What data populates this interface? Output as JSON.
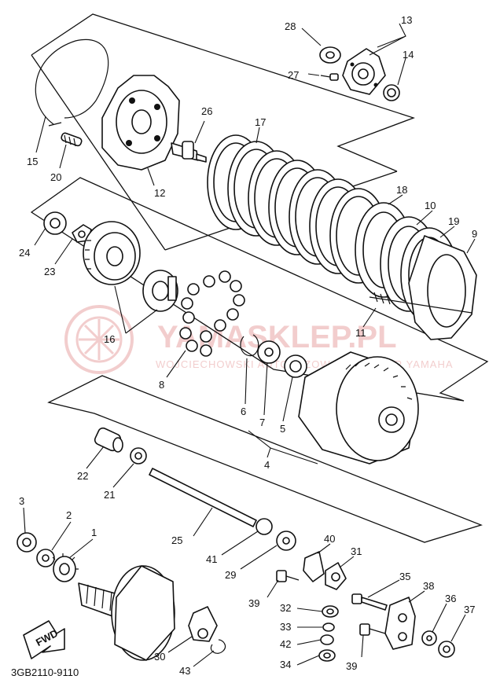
{
  "diagram_code": "3GB2110-9110",
  "fwd_label": "FWD",
  "watermark": {
    "brand": "YAMASKLEP.PL",
    "subtitle": "WOJCIECHOWSKI AUTORYZOWANY DEALER YAMAHA",
    "color": "#e8a6a6"
  },
  "callouts": [
    {
      "id": "c28",
      "text": "28"
    },
    {
      "id": "c13",
      "text": "13"
    },
    {
      "id": "c14",
      "text": "14"
    },
    {
      "id": "c27",
      "text": "27"
    },
    {
      "id": "c15",
      "text": "15"
    },
    {
      "id": "c20",
      "text": "20"
    },
    {
      "id": "c26",
      "text": "26"
    },
    {
      "id": "c12",
      "text": "12"
    },
    {
      "id": "c17",
      "text": "17"
    },
    {
      "id": "c18",
      "text": "18"
    },
    {
      "id": "c10",
      "text": "10"
    },
    {
      "id": "c19",
      "text": "19"
    },
    {
      "id": "c9",
      "text": "9"
    },
    {
      "id": "c11",
      "text": "11"
    },
    {
      "id": "c24",
      "text": "24"
    },
    {
      "id": "c23",
      "text": "23"
    },
    {
      "id": "c16",
      "text": "16"
    },
    {
      "id": "c8",
      "text": "8"
    },
    {
      "id": "c6",
      "text": "6"
    },
    {
      "id": "c7",
      "text": "7"
    },
    {
      "id": "c5",
      "text": "5"
    },
    {
      "id": "c4",
      "text": "4"
    },
    {
      "id": "c22",
      "text": "22"
    },
    {
      "id": "c21",
      "text": "21"
    },
    {
      "id": "c25",
      "text": "25"
    },
    {
      "id": "c3",
      "text": "3"
    },
    {
      "id": "c2",
      "text": "2"
    },
    {
      "id": "c1",
      "text": "1"
    },
    {
      "id": "c41",
      "text": "41"
    },
    {
      "id": "c29",
      "text": "29"
    },
    {
      "id": "c40",
      "text": "40"
    },
    {
      "id": "c31",
      "text": "31"
    },
    {
      "id": "c35",
      "text": "35"
    },
    {
      "id": "c38",
      "text": "38"
    },
    {
      "id": "c36",
      "text": "36"
    },
    {
      "id": "c37",
      "text": "37"
    },
    {
      "id": "c39a",
      "text": "39"
    },
    {
      "id": "c32",
      "text": "32"
    },
    {
      "id": "c33",
      "text": "33"
    },
    {
      "id": "c42",
      "text": "42"
    },
    {
      "id": "c34",
      "text": "34"
    },
    {
      "id": "c39b",
      "text": "39"
    },
    {
      "id": "c30",
      "text": "30"
    },
    {
      "id": "c43",
      "text": "43"
    }
  ]
}
